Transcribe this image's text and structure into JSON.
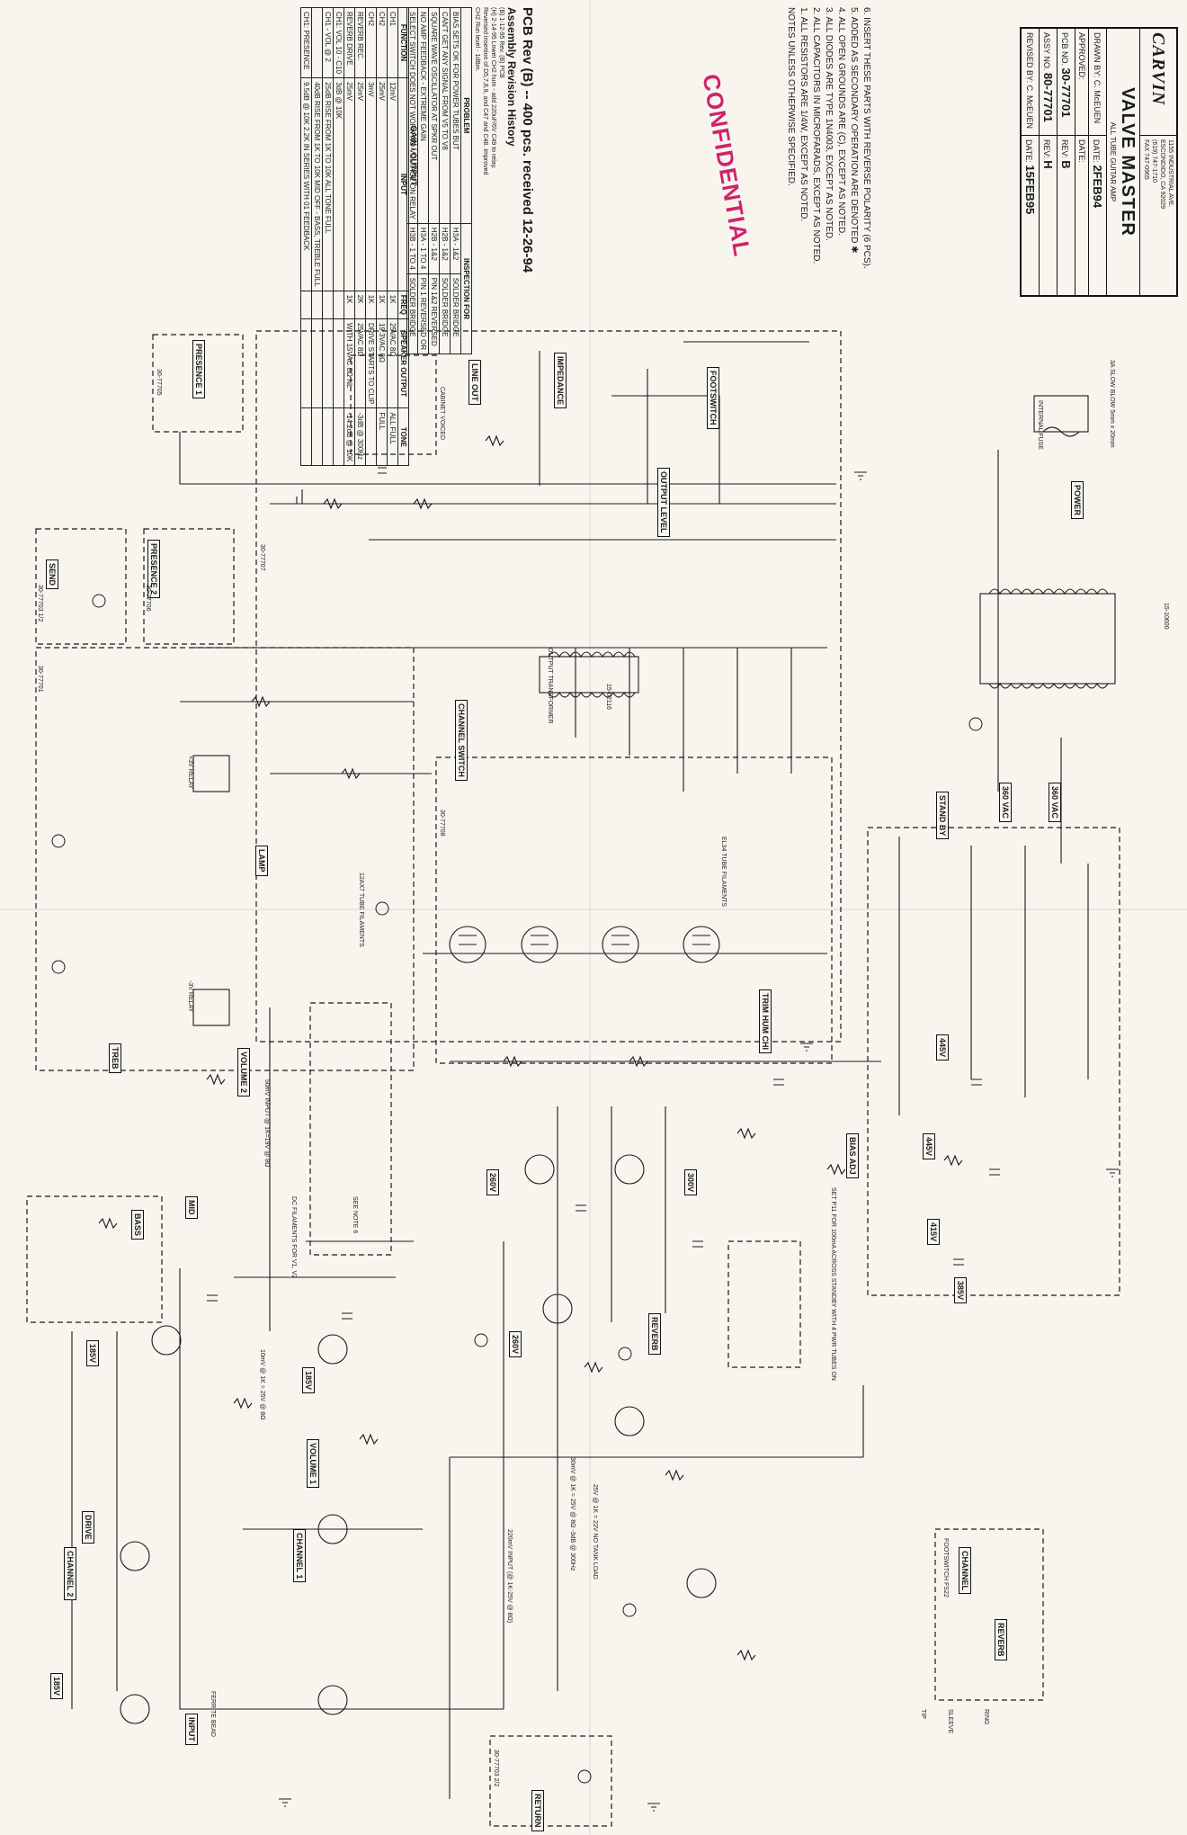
{
  "confidential": "CONFIDENTIAL",
  "gain_table": {
    "title": "GAIN / OUTPUT",
    "headers": [
      "FUNCTION",
      "INPUT",
      "FREQ",
      "SPEAKER OUTPUT",
      "TONE"
    ],
    "rows": [
      [
        "CH1",
        "12mV",
        "1K",
        "25VAC 8Ω",
        "ALL FULL"
      ],
      [
        "CH2",
        "25mV",
        "1K",
        "19.3VAC 8Ω",
        "FULL"
      ],
      [
        "CH2",
        "3mV",
        "1K",
        "DRIVE STARTS TO CLIP",
        ""
      ],
      [
        "REVERB REC.",
        "25mV",
        "2K",
        "25VAC 8Ω",
        "-3dB @ 300Hz"
      ],
      [
        "REVERB DRIVE",
        "25mV",
        "1K",
        "WITH 15VAC 8Ω NL",
        "-14.2dB @ 10K"
      ]
    ],
    "footer_rows": [
      [
        "CH1: VOL 10 - C10",
        "3dB @ 10K",
        "",
        "",
        ""
      ],
      [
        "CH1 - VOL @ 2",
        "25dB RISE FROM 1K TO 10K  ALL TONE FULL",
        "",
        "",
        ""
      ],
      [
        "",
        "40dB RISE FROM 1K TO 10K  MID OFF - BASS, TREBLE FULL",
        "",
        "",
        ""
      ],
      [
        "CH1: PRESENCE",
        "9.5dB @ 10K 2.2K IN SERIES WITH 01 FEEDBACK",
        "",
        "",
        ""
      ]
    ]
  },
  "problem_table": {
    "headers": [
      "PROBLEM",
      "INSPECTION FOR"
    ],
    "rows": [
      [
        "BIAS SETS OK FOR POWER TUBES BUT",
        "H3A - 1&2",
        "SOLDER BRIDGE"
      ],
      [
        "CAN'T GET ANY SIGNAL FROM V5 TO V8",
        "H2B - 1&2",
        "SOLDER BRIDGE"
      ],
      [
        "SQUARE WAVE OSCILLATOR AT SPKR OUT",
        "H2B - 1&2",
        "PIN 1&2 REVERSED"
      ],
      [
        "NO AMP FEEDBACK - EXTREME GAIN",
        "H3A - 1 TO 4",
        "PIN 1 REVERSED OR"
      ],
      [
        "SELECT SWITCH DOES NOT WORK NO VOLTAGE ON RELAY",
        "H3B - 1 TO 4",
        "SOLDER BRIDGE"
      ]
    ]
  },
  "pcb_rev": "PCB Rev (B) -- 400 pcs. received 12-26-94",
  "assembly": {
    "title": "Assembly Revision History",
    "lines": [
      "(B) 1-12-95  Rev. (B) PCB",
      "(H) 2-14-95  Lower CH2 hum - add 220uF/6V C49 to relay.",
      "Reversed insertion of D5,7,8,9, and C47 and C48. Improved",
      "CH2 Run level - 1dBm."
    ]
  },
  "notes": [
    "6. INSERT THESE PARTS WITH REVERSE POLARITY (6 PCS).",
    "5. ADDED AS SECONDARY OPERATION ARE DENOTED ✱",
    "4. ALL OPEN GROUNDS ARE (C), EXCEPT AS NOTED.",
    "3. ALL DIODES ARE TYPE 1N4003, EXCEPT AS NOTED.",
    "2. ALL CAPACITORS IN MICROFARADS, EXCEPT AS NOTED.",
    "1. ALL RESISTORS ARE 1/4W, EXCEPT AS NOTED.",
    "NOTES UNLESS OTHERWISE SPECIFIED."
  ],
  "title_block": {
    "company": "CARVIN",
    "address": [
      "1155 INDUSTRIAL AVE.",
      "ESCONDIDO, CA  92029",
      "(619) 747-1710",
      "FAX 747-0965"
    ],
    "product": "VALVE MASTER",
    "subtitle": "ALL TUBE GUITAR AMP",
    "drawn_by_label": "DRAWN BY:",
    "drawn_by": "C. McEUEN",
    "date_label": "DATE:",
    "date1": "2FEB94",
    "approved_label": "APPROVED:",
    "pcb_label": "PCB NO.",
    "pcb_no": "30-77701",
    "rev_label": "REV:",
    "rev1": "B",
    "assy_label": "ASSY NO.",
    "assy_no": "80-77701",
    "rev2": "H",
    "revised_label": "REVISED BY:",
    "revised_by": "C. McEUEN",
    "date2": "15FEB95"
  },
  "boxed_labels": {
    "presence1": "PRESENCE 1",
    "presence2": "PRESENCE 2",
    "send": "SEND",
    "line_out": "LINE OUT",
    "impedance": "IMPEDANCE",
    "footswitch": "FOOTSWITCH",
    "output_level": "OUTPUT LEVEL",
    "channel_switch": "CHANNEL SWITCH",
    "treb": "TREB",
    "mid": "MID",
    "bass": "BASS",
    "volume2": "VOLUME 2",
    "volume1": "VOLUME 1",
    "channel1": "CHANNEL 1",
    "channel2": "CHANNEL 2",
    "drive": "DRIVE",
    "reverb": "REVERB",
    "bias_adj": "BIAS ADJ",
    "stand_by": "STAND BY",
    "power": "POWER",
    "input": "INPUT",
    "return": "RETURN",
    "lamp": "LAMP",
    "trim_hum": "TRIM HUM CHI",
    "footswitch_fs22": "FOOTSWITCH FS22",
    "fs_channel": "CHANNEL",
    "fs_reverb": "REVERB"
  },
  "board_labels": {
    "b1": "30-77705",
    "b2": "30-77706",
    "b3": "30-77703  1/2",
    "b4": "30-77707",
    "b5": "30-77701",
    "b6": "30-77708",
    "b7": "30-77703  2/2",
    "b8": "15-10600",
    "b9": "15-02116"
  },
  "voltages": {
    "v1": "185V",
    "v2": "185V",
    "v3": "185V",
    "v4": "260V",
    "v5": "260V",
    "v6": "300V",
    "v7": "415V",
    "v8": "445V",
    "v9": "445V",
    "v10": "360 VAC",
    "v11": "360 VAC",
    "v12": "385V"
  },
  "circuit_notes": {
    "dc_fil": "DC FILAMENTS FOR V1, V2",
    "see_note": "SEE NOTE 6",
    "filaments": "12AX7 TUBE FILAMENTS",
    "el34": "EL34 TUBE FILAMENTS",
    "output_transformer": "OUTPUT TRANSFORMER",
    "relay1": "+3V RELAY",
    "relay2": "-3V RELAY",
    "set_bias": "SET P11 FOR 100mA ACROSS STANDBY WITH 4 PWR TUBES ON",
    "input_note": "220mV INPUT (@ 1K-25V @ 8Ω)",
    "v8_note": "30mV @ 1K = 25V @ 8Ω -3dB @ 300Hz",
    "sig1": "10mV @ 1K = 25V @ 8Ω",
    "sig2": "50mV INPUT @ 1K=19V @ 8Ω",
    "sig3": "25V @ 1K = 22V NO TANK LOAD",
    "internal_fuse": "INTERNAL FUSE",
    "fuse_rating": "3A SLOW BLOW 5mm x 20mm",
    "ferrite": "FERRITE BEAD",
    "tip": "TIP",
    "sleeve": "SLEEVE",
    "ring": "RING",
    "cabinet": "CABINET VOICED"
  }
}
